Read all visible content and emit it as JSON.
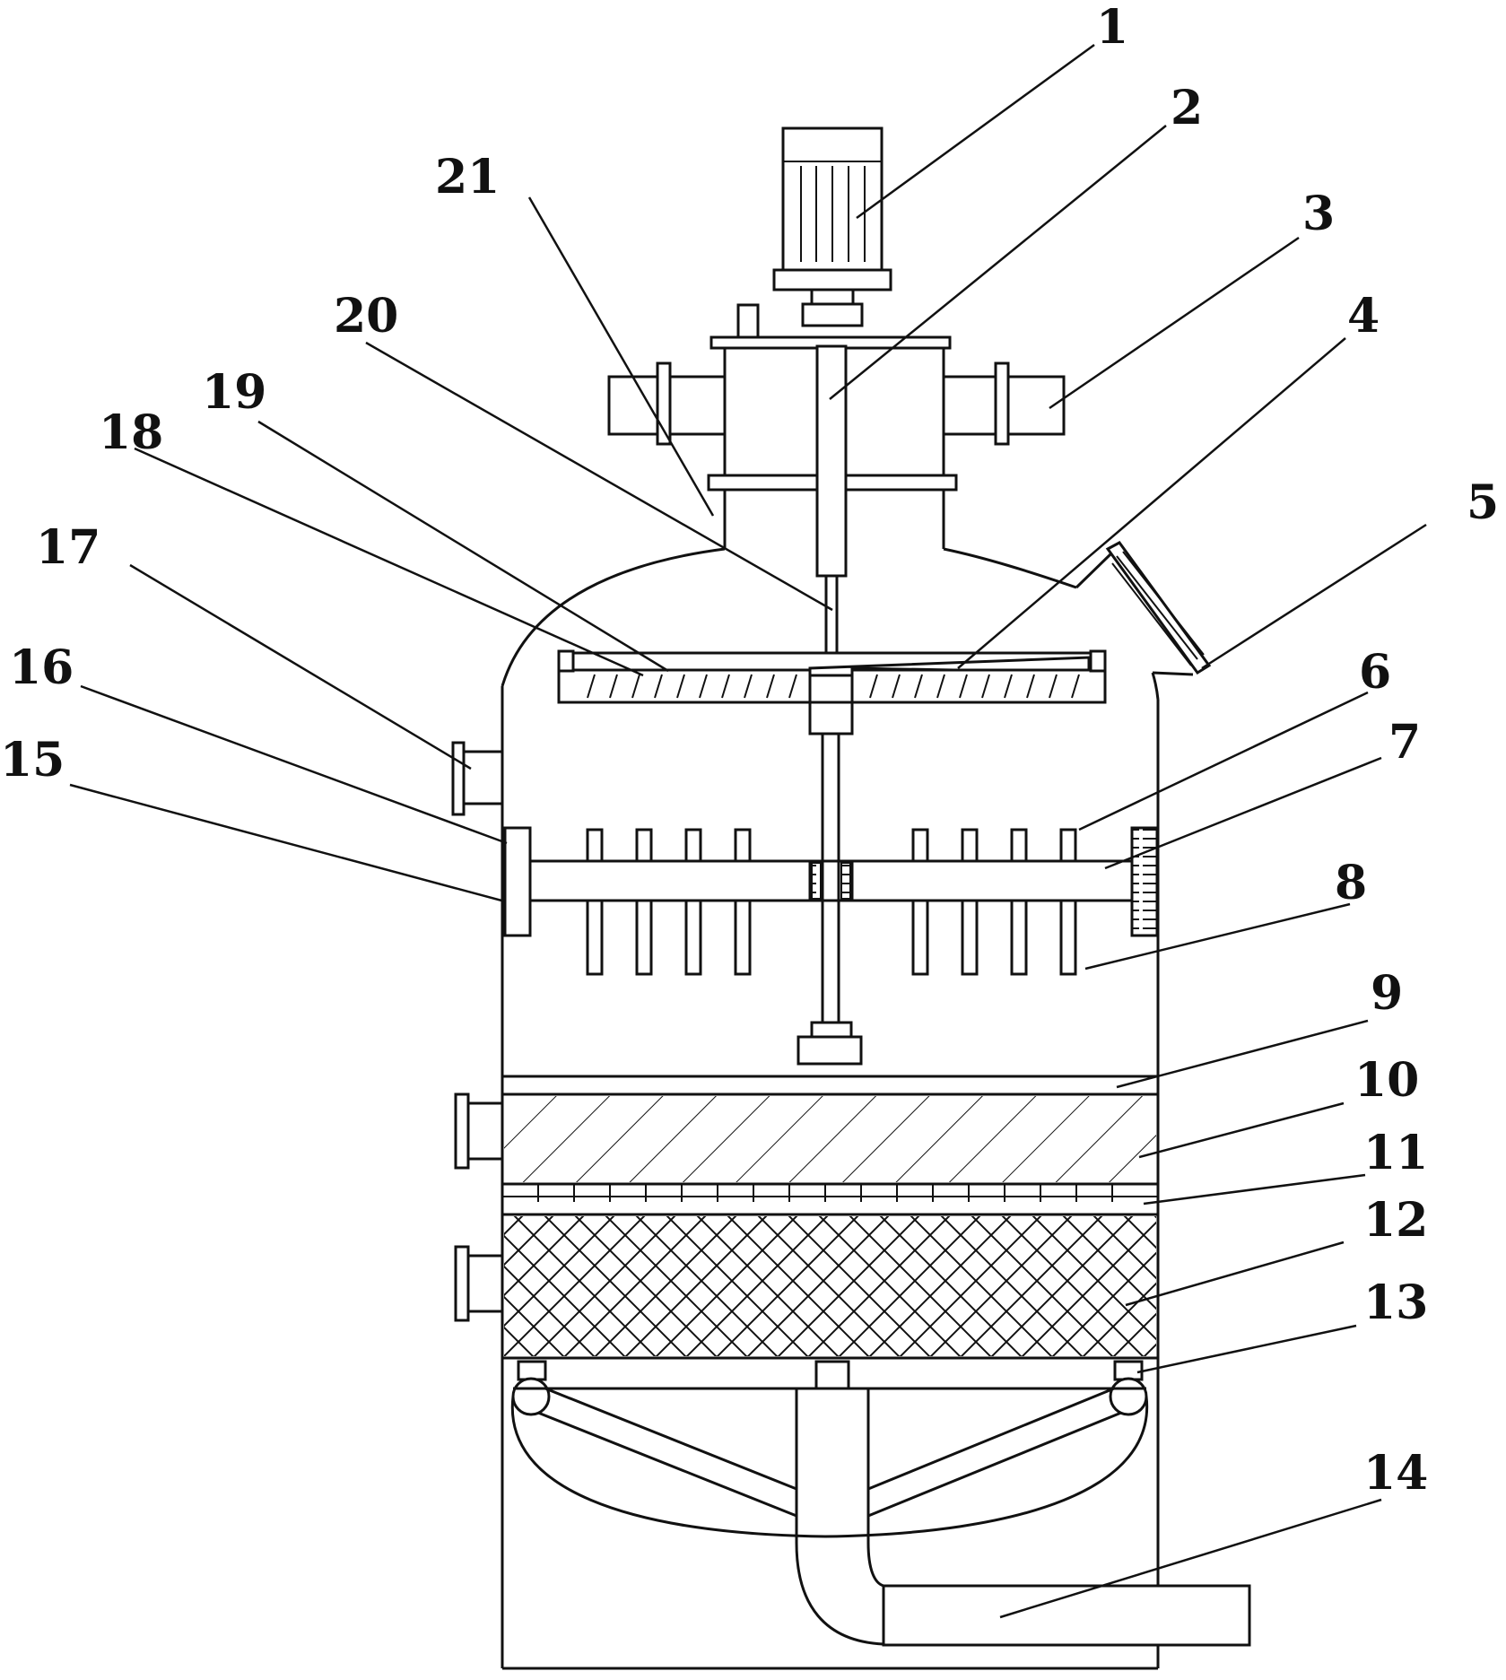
{
  "figure": {
    "labels": [
      "1",
      "2",
      "3",
      "4",
      "5",
      "6",
      "7",
      "8",
      "9",
      "10",
      "11",
      "12",
      "13",
      "14",
      "15",
      "16",
      "17",
      "18",
      "19",
      "20",
      "21"
    ]
  }
}
